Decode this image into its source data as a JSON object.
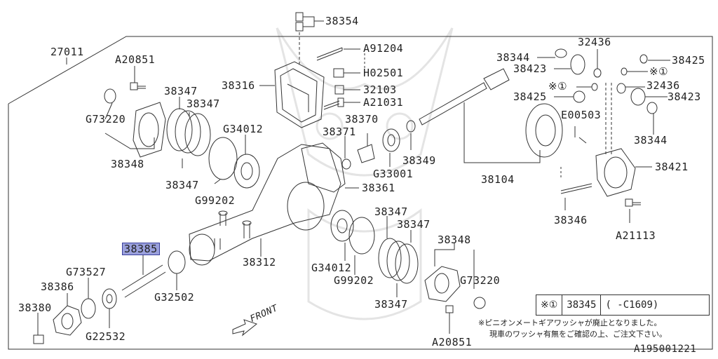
{
  "labels": {
    "p38354": "38354",
    "p27011": "27011",
    "pA91204": "A91204",
    "pA20851a": "A20851",
    "p38316": "38316",
    "pH02501": "H02501",
    "p32103": "32103",
    "pA21031": "A21031",
    "p38347a": "38347",
    "p38347b": "38347",
    "p38347c": "38347",
    "pG73220a": "G73220",
    "pG34012a": "G34012",
    "p38370": "38370",
    "p38371": "38371",
    "p38348a": "38348",
    "pG99202a": "G99202",
    "pG33001": "G33001",
    "p38349": "38349",
    "p38361": "38361",
    "p38344a": "38344",
    "p32436a": "32436",
    "p38423a": "38423",
    "p38425a": "38425",
    "pRef1a": "※①",
    "pRef1b": "※①",
    "p38425b": "38425",
    "p32436b": "32436",
    "p38423b": "38423",
    "pE00503": "E00503",
    "p38344b": "38344",
    "p38104": "38104",
    "p38421": "38421",
    "p38346": "38346",
    "pA21113": "A21113",
    "p38385": "38385",
    "pG73527": "G73527",
    "p38386": "38386",
    "p38380": "38380",
    "pG32502": "G32502",
    "p38312": "38312",
    "pG34012b": "G34012",
    "pG99202b": "G99202",
    "p38347d": "38347",
    "p38347e": "38347",
    "p38347f": "38347",
    "p38348b": "38348",
    "pG73220b": "G73220",
    "pA20851b": "A20851",
    "pG22532": "G22532",
    "front": "FRONT"
  },
  "ref_table": {
    "mark": "※①",
    "part": "38345",
    "range": "(  -C1609)"
  },
  "notes": {
    "line1": "※ピニオンメートギアワッシャが廃止となりました。",
    "line2": "現車のワッシャ有無をご確認の上、ご注文下さい。"
  },
  "diagram_id": "A195001221",
  "highlight": "38385",
  "colors": {
    "highlight_fill": "#9aa0dc",
    "highlight_border": "#3a3f9c",
    "line": "#333333"
  }
}
